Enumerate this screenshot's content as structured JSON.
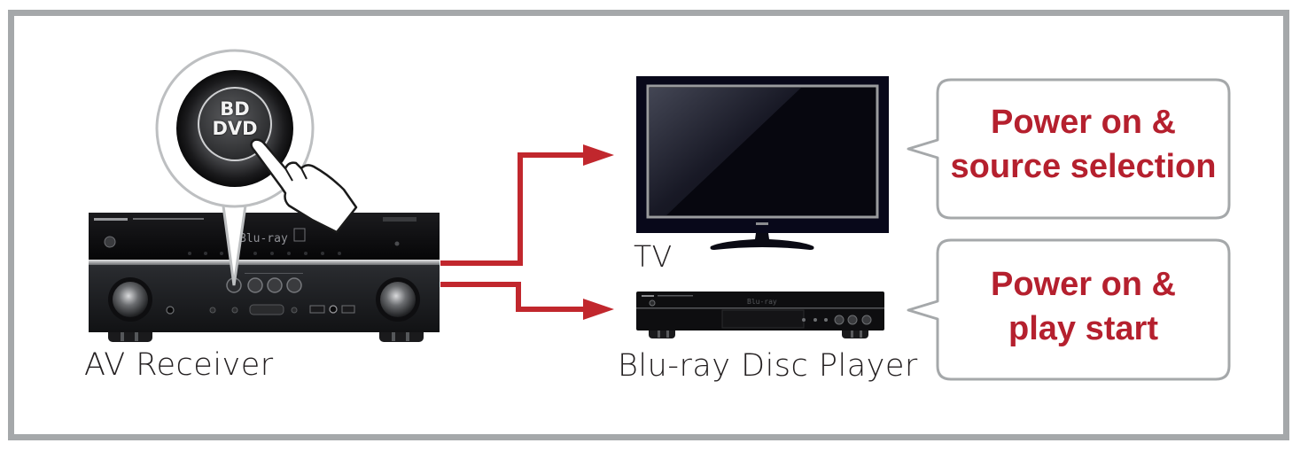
{
  "diagram": {
    "title": "",
    "devices": {
      "receiver": {
        "label": "AV Receiver",
        "display_text": "Blu-ray",
        "button_text_line1": "BD",
        "button_text_line2": "DVD"
      },
      "tv": {
        "label": "TV"
      },
      "player": {
        "label": "Blu-ray Disc Player",
        "display_text": "Blu-ray"
      }
    },
    "callouts": [
      {
        "line1": "Power on &",
        "line2": "source selection",
        "target": "TV"
      },
      {
        "line1": "Power on &",
        "line2": "play start",
        "target": "Blu-ray Disc Player"
      }
    ],
    "connections": [
      {
        "from": "AV Receiver",
        "to": "TV"
      },
      {
        "from": "AV Receiver",
        "to": "Blu-ray Disc Player"
      }
    ],
    "colors": {
      "frame": "#a5a8aa",
      "arrow": "#c1272d",
      "callout_text": "#b5202e",
      "callout_border": "#a5a8aa",
      "device_body": "#0d0d10"
    }
  }
}
